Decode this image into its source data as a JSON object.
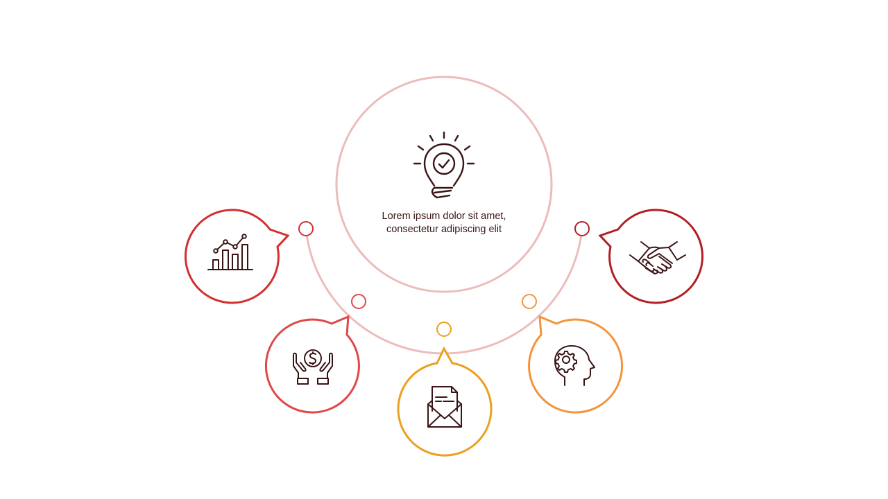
{
  "center": {
    "text": "Lorem ipsum dolor sit amet, consectetur adipiscing elit",
    "icon": "lightbulb-check-icon",
    "ring_color": "#ecbcbc"
  },
  "arc_color": "#ecbcbc",
  "icon_stroke": "#3a1414",
  "nodes": [
    {
      "name": "chart",
      "icon": "bar-chart-icon",
      "color": "#d32f2f"
    },
    {
      "name": "money",
      "icon": "hands-dollar-icon",
      "color": "#e04848"
    },
    {
      "name": "mail",
      "icon": "envelope-document-icon",
      "color": "#eba020"
    },
    {
      "name": "idea",
      "icon": "head-gear-icon",
      "color": "#f2953c"
    },
    {
      "name": "partner",
      "icon": "handshake-icon",
      "color": "#b21f24"
    }
  ]
}
